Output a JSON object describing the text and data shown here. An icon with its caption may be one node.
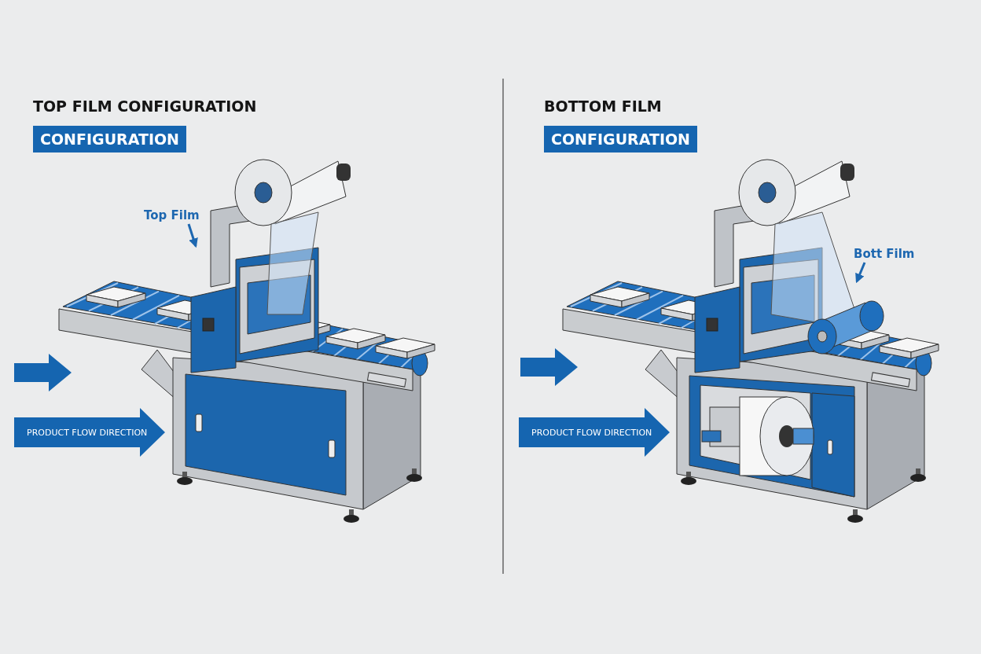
{
  "diagram": {
    "nodes": [
      {
        "text": [
          "Top Film"
        ]
      },
      {
        "text": [
          "PRODUCT FLOW DIRECTION"
        ]
      },
      {
        "text": [
          "Bott Film"
        ]
      },
      {
        "text": [
          "PRODUCT FLOW DIRECTION"
        ]
      }
    ],
    "edges": [
      {
        "from": 0,
        "to": null,
        "arrow": "to"
      },
      {
        "from": 2,
        "to": null,
        "arrow": "to"
      }
    ],
    "labels": [
      "TOP FILM CONFIGURATION",
      "CONFIGURATION",
      "BOTTOM FILM",
      "CONFIGURATION"
    ]
  }
}
